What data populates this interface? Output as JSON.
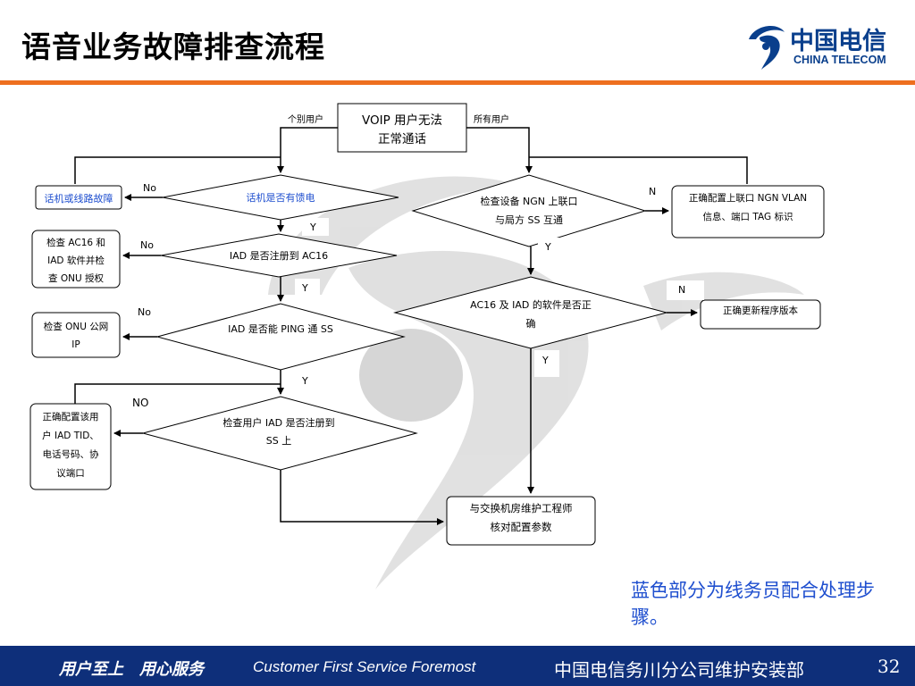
{
  "title": "语音业务故障排查流程",
  "logo": {
    "cn": "中国电信",
    "en": "CHINA TELECOM"
  },
  "note": "蓝色部分为线务员配合处理步骤。",
  "footer": {
    "slogan": "用户至上　用心服务",
    "slogan_en": "Customer First Service Foremost",
    "company": "中国电信务川分公司维护安装部",
    "page": "32"
  },
  "colors": {
    "accent": "#ee6f1f",
    "footer": "#0e2f7a",
    "blue_text": "#1f4fcf"
  },
  "flow": {
    "start": [
      "VOIP 用户无法",
      "正常通话"
    ],
    "branch_left": "个别用户",
    "branch_right": "所有用户",
    "d_power": "话机是否有馈电",
    "fault_phone": "话机或线路故障",
    "d_iad_ac16": "IAD 是否注册到 AC16",
    "check_ac16": [
      "检查 AC16 和",
      "IAD 软件并检",
      "查 ONU 授权"
    ],
    "d_ping": "IAD 是否能 PING 通 SS",
    "check_onu": [
      "检查 ONU 公网",
      "IP"
    ],
    "d_iad_ss": [
      "检查用户 IAD 是否注册到",
      "SS 上"
    ],
    "config_user": [
      "正确配置该用",
      "户 IAD TID、",
      "电话号码、协",
      "议端口"
    ],
    "d_ngn": [
      "检查设备 NGN 上联口",
      "与局方 SS 互通"
    ],
    "config_vlan": [
      "正确配置上联口 NGN VLAN",
      "信息、端口 TAG 标识"
    ],
    "d_software": [
      "AC16 及 IAD 的软件是否正",
      "确"
    ],
    "update_sw": "正确更新程序版本",
    "final": [
      "与交换机房维护工程师",
      "核对配置参数"
    ],
    "labels": {
      "no": "No",
      "no_caps": "NO",
      "n": "N",
      "y": "Y"
    }
  }
}
